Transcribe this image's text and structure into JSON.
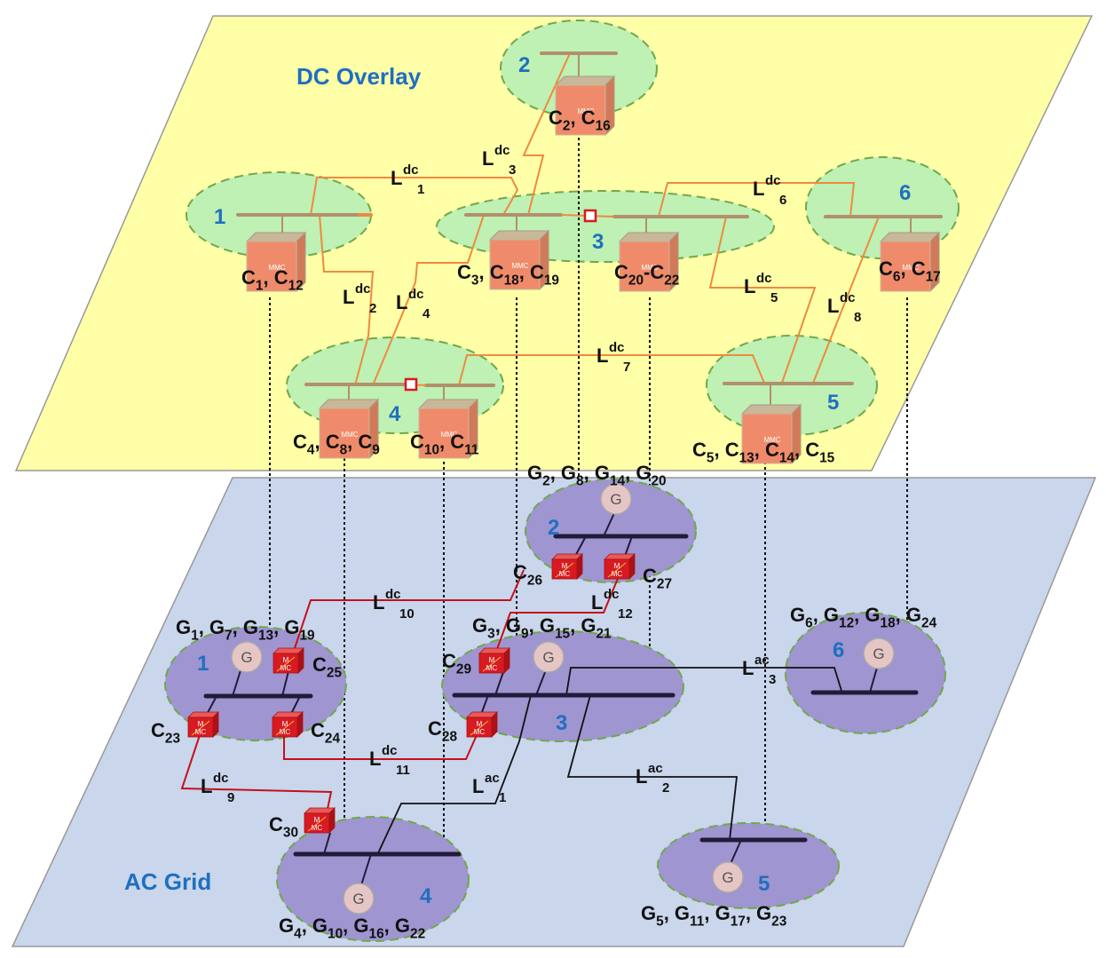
{
  "dc_layer": {
    "title": "DC Overlay",
    "areas": [
      "1",
      "2",
      "3",
      "4",
      "5",
      "6"
    ],
    "mmc_text": "MMC",
    "converter_labels": [
      {
        "base": "C",
        "sub": "1",
        "sep": ", ",
        "base2": "C",
        "sub2": "12"
      },
      {
        "base": "C",
        "sub": "2",
        "sep": ", ",
        "base2": "C",
        "sub2": "16"
      },
      {
        "base": "C",
        "sub": "3",
        "sep": ", ",
        "base2": "C",
        "sub2": "18",
        "sep2": ", ",
        "base3": "C",
        "sub3": "19"
      },
      {
        "base": "C",
        "sub": "20",
        "sep": "-",
        "base2": "C",
        "sub2": "22"
      },
      {
        "base": "C",
        "sub": "6",
        "sep": ", ",
        "base2": "C",
        "sub2": "17"
      },
      {
        "base": "C",
        "sub": "4",
        "sep": ", ",
        "base2": "C",
        "sub2": "8",
        "sep2": ", ",
        "base3": "C",
        "sub3": "9"
      },
      {
        "base": "C",
        "sub": "10",
        "sep": ", ",
        "base2": "C",
        "sub2": "11"
      },
      {
        "base": "C",
        "sub": "5",
        "sep": ", ",
        "base2": "C",
        "sub2": "13",
        "sep2": ", ",
        "base3": "C",
        "sub3": "14",
        "sep3": ", ",
        "base4": "C",
        "sub4": "15"
      }
    ],
    "lines": [
      {
        "base": "L",
        "sup": "dc",
        "sub": "1"
      },
      {
        "base": "L",
        "sup": "dc",
        "sub": "2"
      },
      {
        "base": "L",
        "sup": "dc",
        "sub": "3"
      },
      {
        "base": "L",
        "sup": "dc",
        "sub": "4"
      },
      {
        "base": "L",
        "sup": "dc",
        "sub": "5"
      },
      {
        "base": "L",
        "sup": "dc",
        "sub": "6"
      },
      {
        "base": "L",
        "sup": "dc",
        "sub": "7"
      },
      {
        "base": "L",
        "sup": "dc",
        "sub": "8"
      }
    ]
  },
  "ac_layer": {
    "title": "AC Grid",
    "areas": [
      "1",
      "2",
      "3",
      "4",
      "5",
      "6"
    ],
    "generator_symbol": "G",
    "mmc_text_top": "M",
    "mmc_text_bottom": "MC",
    "generator_labels": [
      "G1, G7, G13, G19",
      "G2, G8, G14, G20",
      "G3, G9, G15, G21",
      "G4, G10, G16, G22",
      "G5, G11, G17, G23",
      "G6, G12, G18, G24"
    ],
    "generator_label_parts": [
      [
        [
          "G",
          "1"
        ],
        [
          "G",
          "7"
        ],
        [
          "G",
          "13"
        ],
        [
          "G",
          "19"
        ]
      ],
      [
        [
          "G",
          "2"
        ],
        [
          "G",
          "8"
        ],
        [
          "G",
          "14"
        ],
        [
          "G",
          "20"
        ]
      ],
      [
        [
          "G",
          "3"
        ],
        [
          "G",
          "9"
        ],
        [
          "G",
          "15"
        ],
        [
          "G",
          "21"
        ]
      ],
      [
        [
          "G",
          "4"
        ],
        [
          "G",
          "10"
        ],
        [
          "G",
          "16"
        ],
        [
          "G",
          "22"
        ]
      ],
      [
        [
          "G",
          "5"
        ],
        [
          "G",
          "11"
        ],
        [
          "G",
          "17"
        ],
        [
          "G",
          "23"
        ]
      ],
      [
        [
          "G",
          "6"
        ],
        [
          "G",
          "12"
        ],
        [
          "G",
          "18"
        ],
        [
          "G",
          "24"
        ]
      ]
    ],
    "converter_labels": [
      {
        "base": "C",
        "sub": "25"
      },
      {
        "base": "C",
        "sub": "23"
      },
      {
        "base": "C",
        "sub": "24"
      },
      {
        "base": "C",
        "sub": "26"
      },
      {
        "base": "C",
        "sub": "27"
      },
      {
        "base": "C",
        "sub": "29"
      },
      {
        "base": "C",
        "sub": "28"
      },
      {
        "base": "C",
        "sub": "30"
      }
    ],
    "dc_lines": [
      {
        "base": "L",
        "sup": "dc",
        "sub": "9"
      },
      {
        "base": "L",
        "sup": "dc",
        "sub": "10"
      },
      {
        "base": "L",
        "sup": "dc",
        "sub": "11"
      },
      {
        "base": "L",
        "sup": "dc",
        "sub": "12"
      }
    ],
    "ac_lines": [
      {
        "base": "L",
        "sup": "ac",
        "sub": "1"
      },
      {
        "base": "L",
        "sup": "ac",
        "sub": "2"
      },
      {
        "base": "L",
        "sup": "ac",
        "sub": "3"
      }
    ]
  },
  "colors": {
    "dc_plane": "#ffffa8",
    "ac_plane": "#c9d6ec",
    "dc_area_fill": "#bff0b4",
    "ac_area_fill": "#9f95d0",
    "area_border": "#70a84a",
    "dc_line": "#ef8a3e",
    "dc_bus": "#b2906a",
    "ac_line": "#111111",
    "ac_dc_line": "#c4101a",
    "mmc_box": "#ef8b6a",
    "mmc_red": "#d81a22",
    "generator_fill": "#e6c6c4",
    "area_number": "#1f6fc0"
  }
}
